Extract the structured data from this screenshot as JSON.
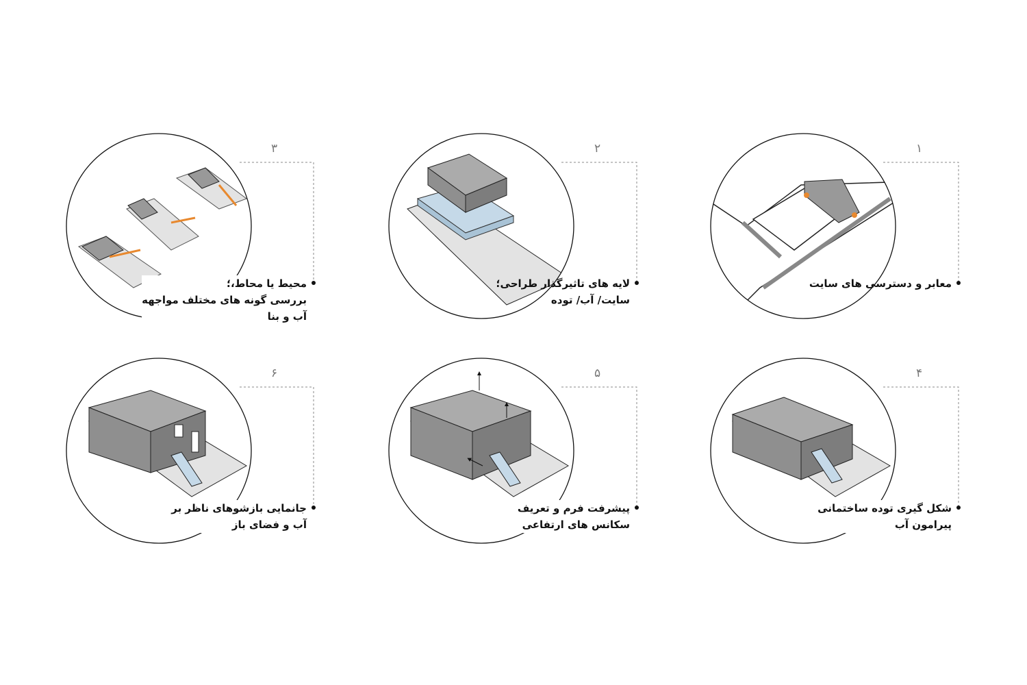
{
  "steps": [
    {
      "number": "۱",
      "lines": [
        "معابر و دسترسی های سایت"
      ]
    },
    {
      "number": "۲",
      "lines": [
        "لایه های تاثیرگذار طراحی؛",
        "سایت/ آب/ توده"
      ]
    },
    {
      "number": "۳",
      "lines": [
        "محیط یا محاط،؛",
        "بررسی گونه های مختلف مواجهه",
        "آب و بنا"
      ]
    },
    {
      "number": "۴",
      "lines": [
        "شکل گیری توده ساختمانی",
        "پیرامون آب"
      ]
    },
    {
      "number": "۵",
      "lines": [
        "پیشرفت فرم و تعریف",
        "سکانس های ارتفاعی"
      ]
    },
    {
      "number": "۶",
      "lines": [
        "جانمایی بازشوهای ناظر بر",
        "آب و فضای باز"
      ]
    }
  ],
  "colors": {
    "mass": "#8f8f8f",
    "mass_top": "#a9a9a9",
    "site": "#e6e6e6",
    "water": "#c5d9e8",
    "accent": "#e8892f"
  }
}
